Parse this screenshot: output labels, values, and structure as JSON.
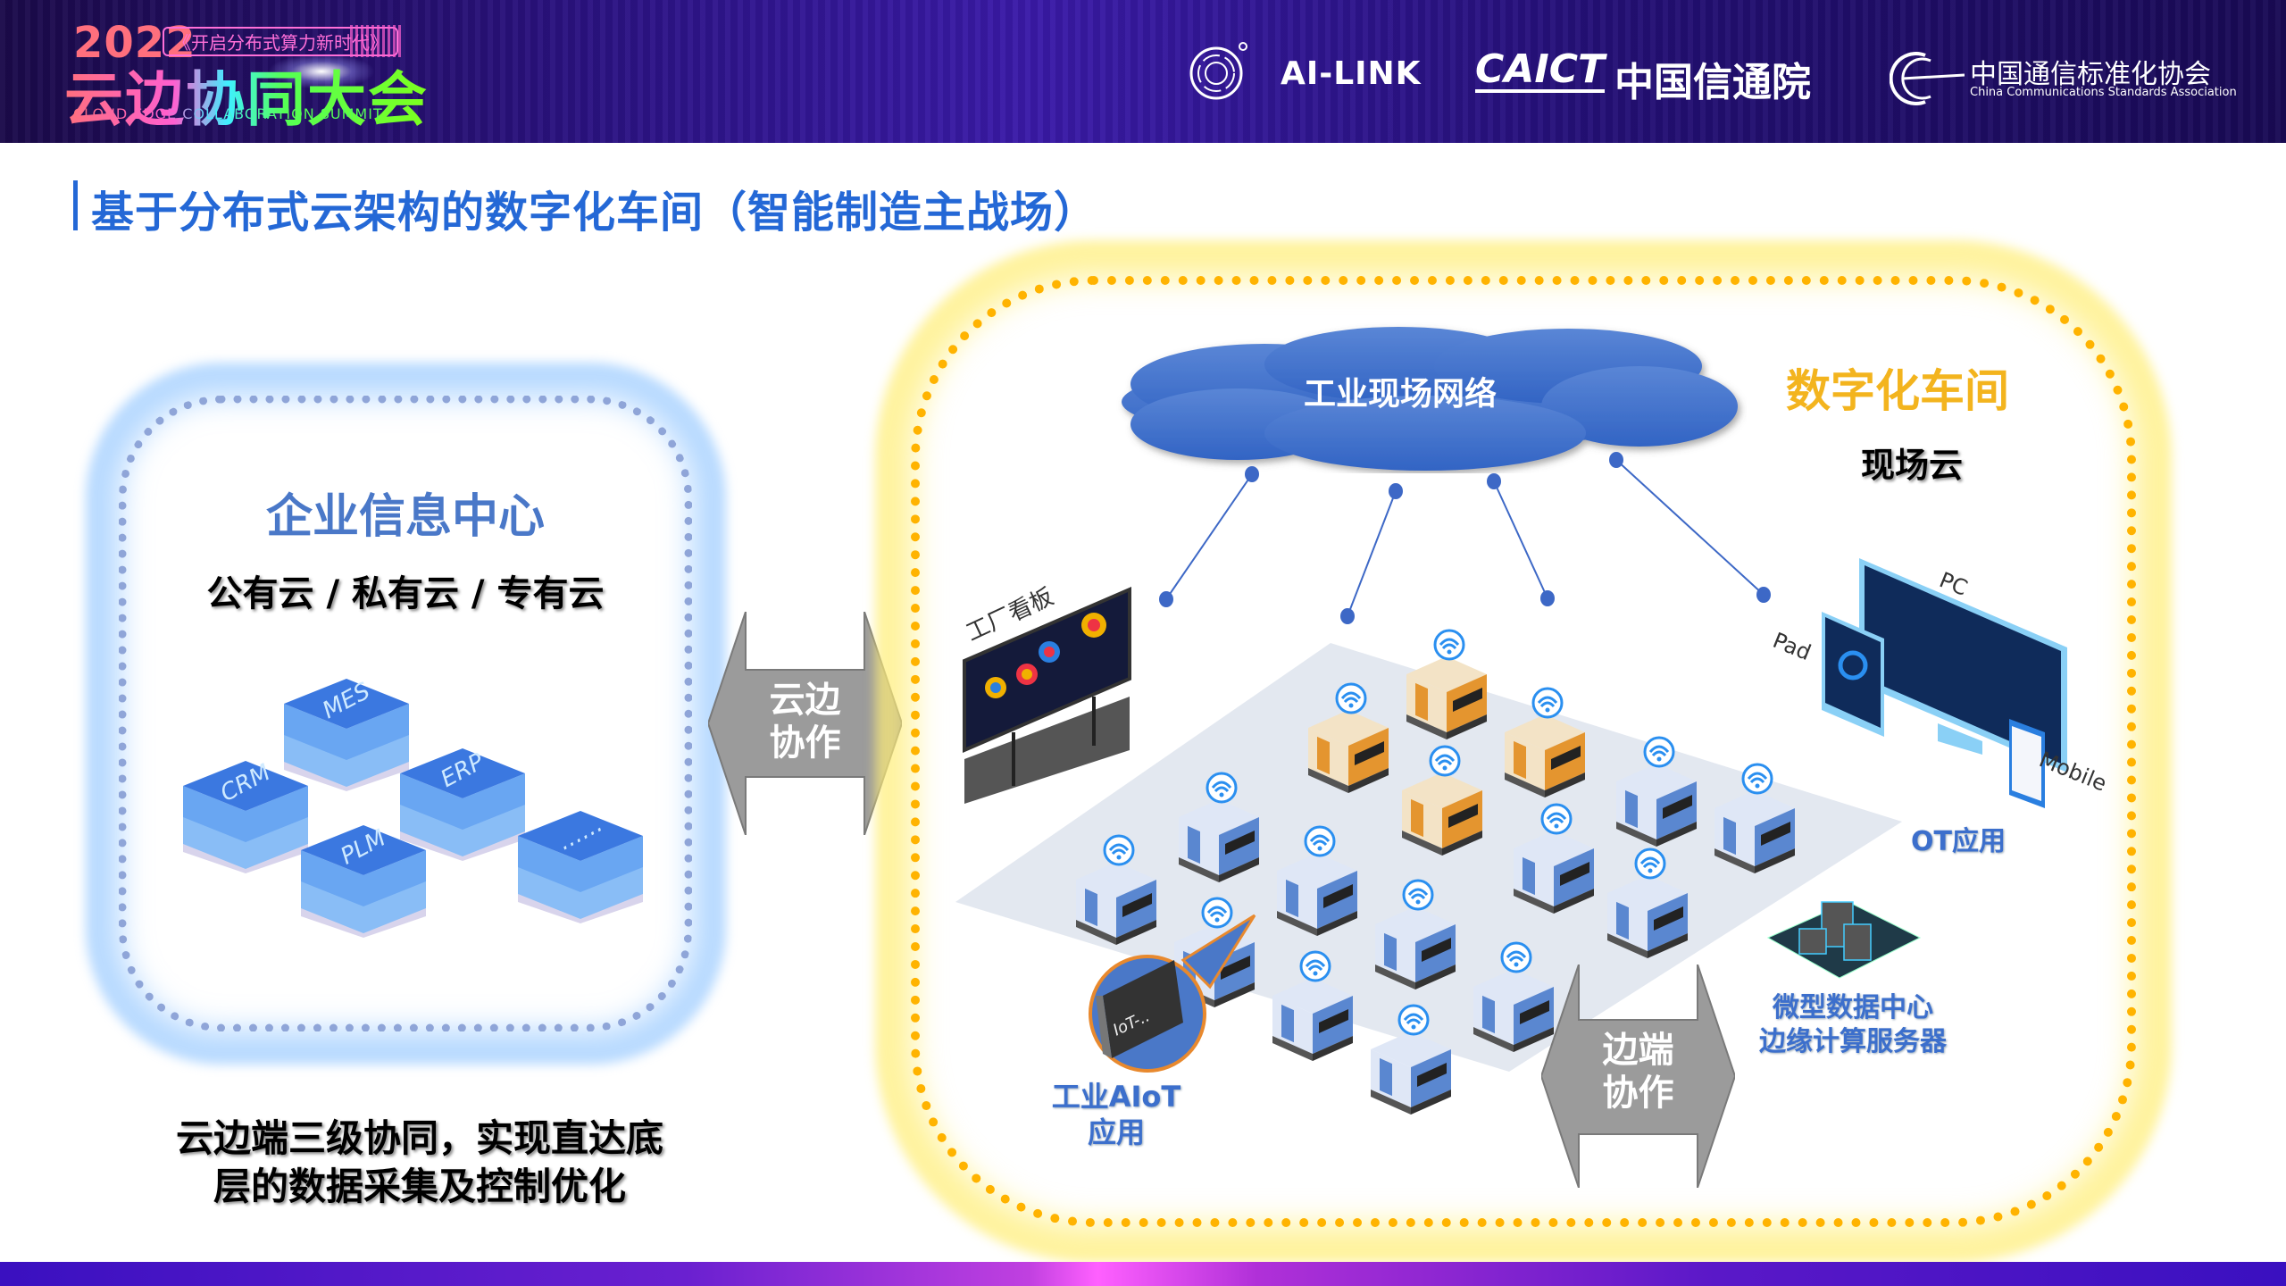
{
  "header": {
    "event_year": "2022",
    "event_tagline": "《开启分布式算力新时代》",
    "event_name": "云边协同大会",
    "event_name_en": "CLOUD EDGE  COLLABORATION SUMMIT",
    "sponsors": [
      {
        "name": "AI-LINK",
        "icon": "ai-link-logo-icon"
      },
      {
        "name": "CAICT",
        "name_cn": "中国信通院"
      },
      {
        "name_cn": "中国通信标准化协会",
        "name_en": "China Communications Standards Association",
        "icon": "ccsa-logo-icon"
      }
    ]
  },
  "title": "基于分布式云架构的数字化车间（智能制造主战场）",
  "enterprise": {
    "title": "企业信息中心",
    "subtitle": "公有云 / 私有云 / 专有云",
    "systems": [
      "MES",
      "CRM",
      "ERP",
      "PLM",
      "……"
    ],
    "summary_line1": "云边端三级协同，实现直达底",
    "summary_line2": "层的数据采集及控制优化"
  },
  "cloud_edge_arrow": {
    "line1": "云边",
    "line2": "协作"
  },
  "edge_device_arrow": {
    "line1": "边端",
    "line2": "协作"
  },
  "workshop": {
    "title": "数字化车间",
    "subtitle": "现场云",
    "network_cloud": "工业现场网络",
    "dashboard_label": "工厂看板",
    "ot_devices": [
      "PC",
      "Pad",
      "Mobile"
    ],
    "ot_label": "OT应用",
    "micro_dc_line1": "微型数据中心",
    "micro_dc_line2": "边缘计算服务器",
    "aiot_line1": "工业AIoT",
    "aiot_line2": "应用",
    "iot_device_text": "IoT-.."
  },
  "colors": {
    "title_blue": "#2468d6",
    "enterprise_blue": "#4a78c8",
    "workshop_gold": "#f3b41e",
    "yellow_dots": "#ffb300",
    "blue_dots": "#8fa5d8",
    "arrow_gray": "#9b9b9b",
    "cloud_blue": "#3f6fcb"
  }
}
